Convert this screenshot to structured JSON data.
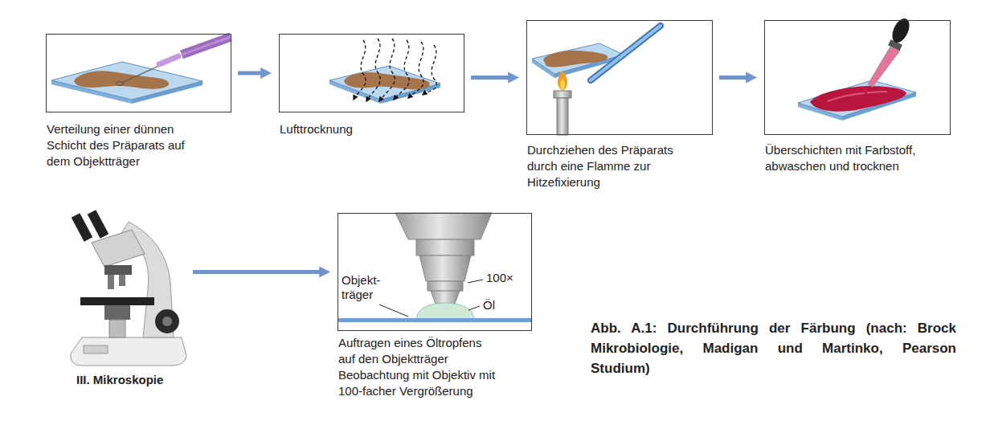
{
  "diagram": {
    "caption": "Abb. A.1: Durchführung der Färbung (nach: Brock Mikrobiologie, Madigan und Martinko, Pearson Studium)",
    "nodes": [
      {
        "text": [
          "Verteilung einer dünnen Schicht des Präparats auf dem Objektträger"
        ]
      },
      {
        "text": [
          "Lufttrocknung"
        ]
      },
      {
        "text": [
          "Durchziehen des Präparats durch eine Flamme zur Hitzefixierung"
        ]
      },
      {
        "text": [
          "Überschichten mit Farbstoff, abwaschen und trocknen"
        ]
      },
      {
        "text": [
          "III. Mikroskopie"
        ]
      },
      {
        "text": [
          "Auftragen eines Öltropfens auf den Objektträger",
          "Beobachtung mit Objektiv mit 100-facher Vergrößerung"
        ]
      }
    ],
    "edges": [
      {
        "from": 0,
        "to": 1,
        "arrow": "to"
      },
      {
        "from": 1,
        "to": 2,
        "arrow": "to"
      },
      {
        "from": 2,
        "to": 3,
        "arrow": "to"
      },
      {
        "from": 4,
        "to": 5,
        "arrow": "to"
      }
    ],
    "labels": [
      "Objekt- träger",
      "100×",
      "Öl"
    ]
  }
}
